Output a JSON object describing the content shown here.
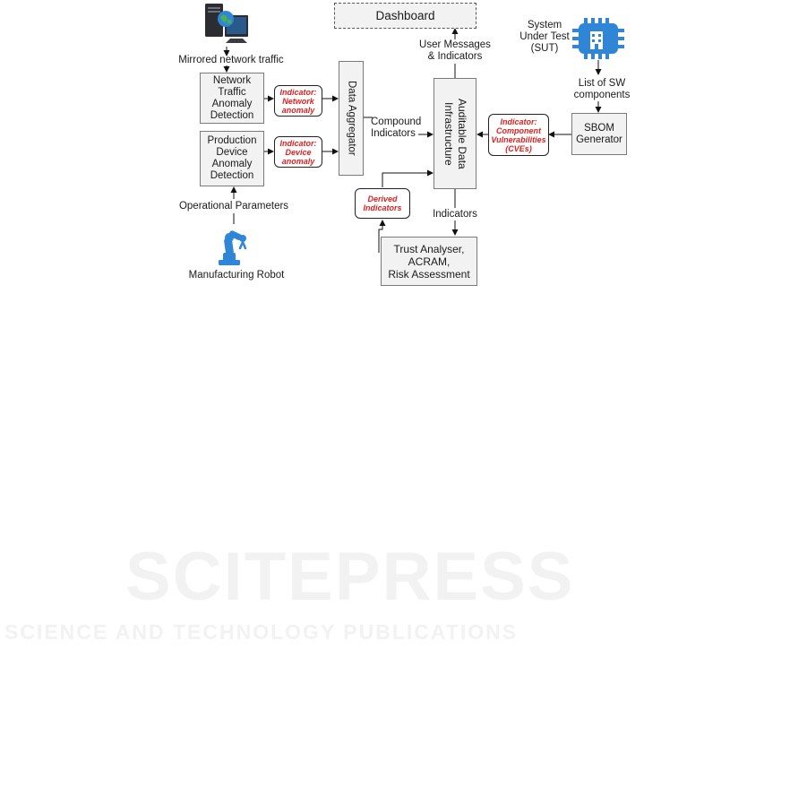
{
  "nodes": {
    "dashboard": "Dashboard",
    "network_detection": "Network\nTraffic\nAnomaly\nDetection",
    "device_detection": "Production\nDevice\nAnomaly\nDetection",
    "data_aggregator": "Data Aggregator",
    "auditable_infra": "Auditable Data\nInfrastructure",
    "sbom_generator": "SBOM\nGenerator",
    "trust_analyser": "Trust Analyser,\nACRAM,\nRisk Assessment"
  },
  "indicators": {
    "network": "Indicator:\nNetwork\nanomaly",
    "device": "Indicator:\nDevice\nanomaly",
    "component": "Indicator:\nComponent\nVulnerabilities\n(CVEs)",
    "derived": "Derived\nIndicators"
  },
  "labels": {
    "mirrored_traffic": "Mirrored network traffic",
    "operational_params": "Operational Parameters",
    "manufacturing_robot": "Manufacturing Robot",
    "sut": "System\nUnder Test\n(SUT)",
    "sw_components": "List of SW\ncomponents",
    "user_messages": "User Messages\n& Indicators",
    "compound_indicators": "Compound\nIndicators",
    "indicators": "Indicators"
  },
  "watermark": {
    "main": "SCITEPRESS",
    "sub": "SCIENCE AND TECHNOLOGY PUBLICATIONS"
  },
  "colors": {
    "indicator_text": "#e02020",
    "box_fill": "#f2f2f2",
    "icon_blue": "#2f86d6"
  }
}
